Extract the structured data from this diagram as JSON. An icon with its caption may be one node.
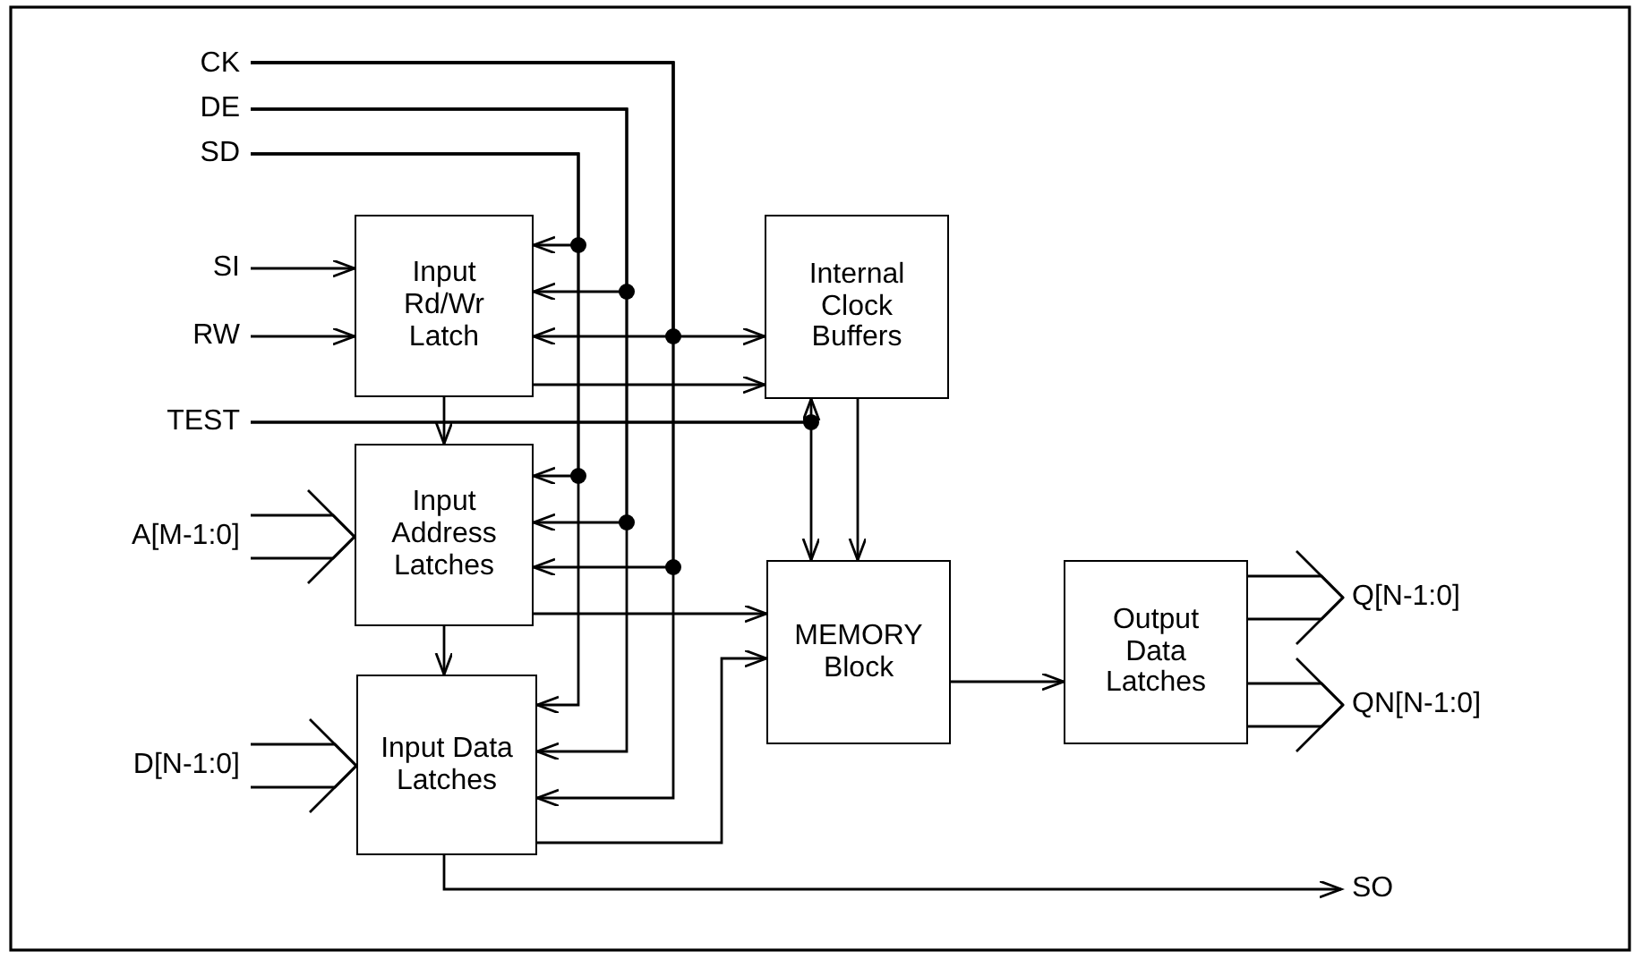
{
  "diagram": {
    "nodes": [
      {
        "text": [
          "CK"
        ]
      },
      {
        "text": [
          "DE"
        ]
      },
      {
        "text": [
          "SD"
        ]
      },
      {
        "text": [
          "SI"
        ]
      },
      {
        "text": [
          "RW"
        ]
      },
      {
        "text": [
          "TEST"
        ]
      },
      {
        "text": [
          "A[M-1:0]"
        ]
      },
      {
        "text": [
          "D[N-1:0]"
        ]
      },
      {
        "text": [
          "Input Rd/Wr Latch"
        ]
      },
      {
        "text": [
          "Input Address Latches"
        ]
      },
      {
        "text": [
          "Input Data Latches"
        ]
      },
      {
        "text": [
          "Internal Clock Buffers"
        ]
      },
      {
        "text": [
          "MEMORY Block"
        ]
      },
      {
        "text": [
          "Output Data Latches"
        ]
      },
      {
        "text": [
          "Q[N-1:0]"
        ]
      },
      {
        "text": [
          "QN[N-1:0]"
        ]
      },
      {
        "text": [
          "SO"
        ]
      }
    ],
    "edges": [
      {
        "from": 2,
        "to": 8,
        "arrow": "to"
      },
      {
        "from": 2,
        "to": 9,
        "arrow": "to"
      },
      {
        "from": 2,
        "to": 10,
        "arrow": "to"
      },
      {
        "from": 1,
        "to": 8,
        "arrow": "to"
      },
      {
        "from": 1,
        "to": 9,
        "arrow": "to"
      },
      {
        "from": 1,
        "to": 10,
        "arrow": "to"
      },
      {
        "from": 0,
        "to": 8,
        "arrow": "to"
      },
      {
        "from": 0,
        "to": 9,
        "arrow": "to"
      },
      {
        "from": 0,
        "to": 10,
        "arrow": "to"
      },
      {
        "from": 0,
        "to": 11,
        "arrow": "to"
      },
      {
        "from": 3,
        "to": 8,
        "arrow": "to"
      },
      {
        "from": 4,
        "to": 8,
        "arrow": "to"
      },
      {
        "from": 8,
        "to": 11,
        "arrow": "to"
      },
      {
        "from": 8,
        "to": 9,
        "arrow": "to"
      },
      {
        "from": 5,
        "to": 11,
        "arrow": "to"
      },
      {
        "from": 5,
        "to": 12,
        "arrow": "to"
      },
      {
        "from": 6,
        "to": 9,
        "arrow": "to"
      },
      {
        "from": 9,
        "to": 12,
        "arrow": "to"
      },
      {
        "from": 9,
        "to": 10,
        "arrow": "to"
      },
      {
        "from": 7,
        "to": 10,
        "arrow": "to"
      },
      {
        "from": 10,
        "to": 12,
        "arrow": "to"
      },
      {
        "from": 10,
        "to": 16,
        "arrow": "to"
      },
      {
        "from": 11,
        "to": 12,
        "arrow": "to"
      },
      {
        "from": 12,
        "to": 13,
        "arrow": "to"
      },
      {
        "from": 13,
        "to": 14,
        "arrow": "to"
      },
      {
        "from": 13,
        "to": 15,
        "arrow": "to"
      }
    ]
  }
}
